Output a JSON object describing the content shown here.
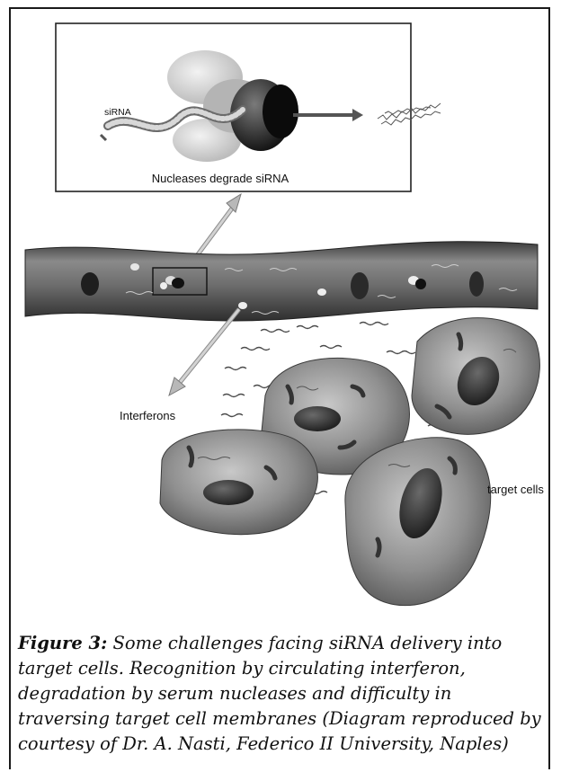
{
  "diagram": {
    "labels": {
      "sirna": "siRNA",
      "nucleases": "Nucleases degrade siRNA",
      "interferons": "Interferons",
      "target_cells": "target cells"
    }
  },
  "caption": {
    "figure_label": "Figure 3:",
    "text": "Some challenges facing siRNA delivery into target cells. Recognition by circulating interferon, degradation by serum nucleases and difficulty in traversing target cell membranes (Diagram reproduced by courtesy of Dr. A. Nasti, Federico II University, Naples)"
  }
}
